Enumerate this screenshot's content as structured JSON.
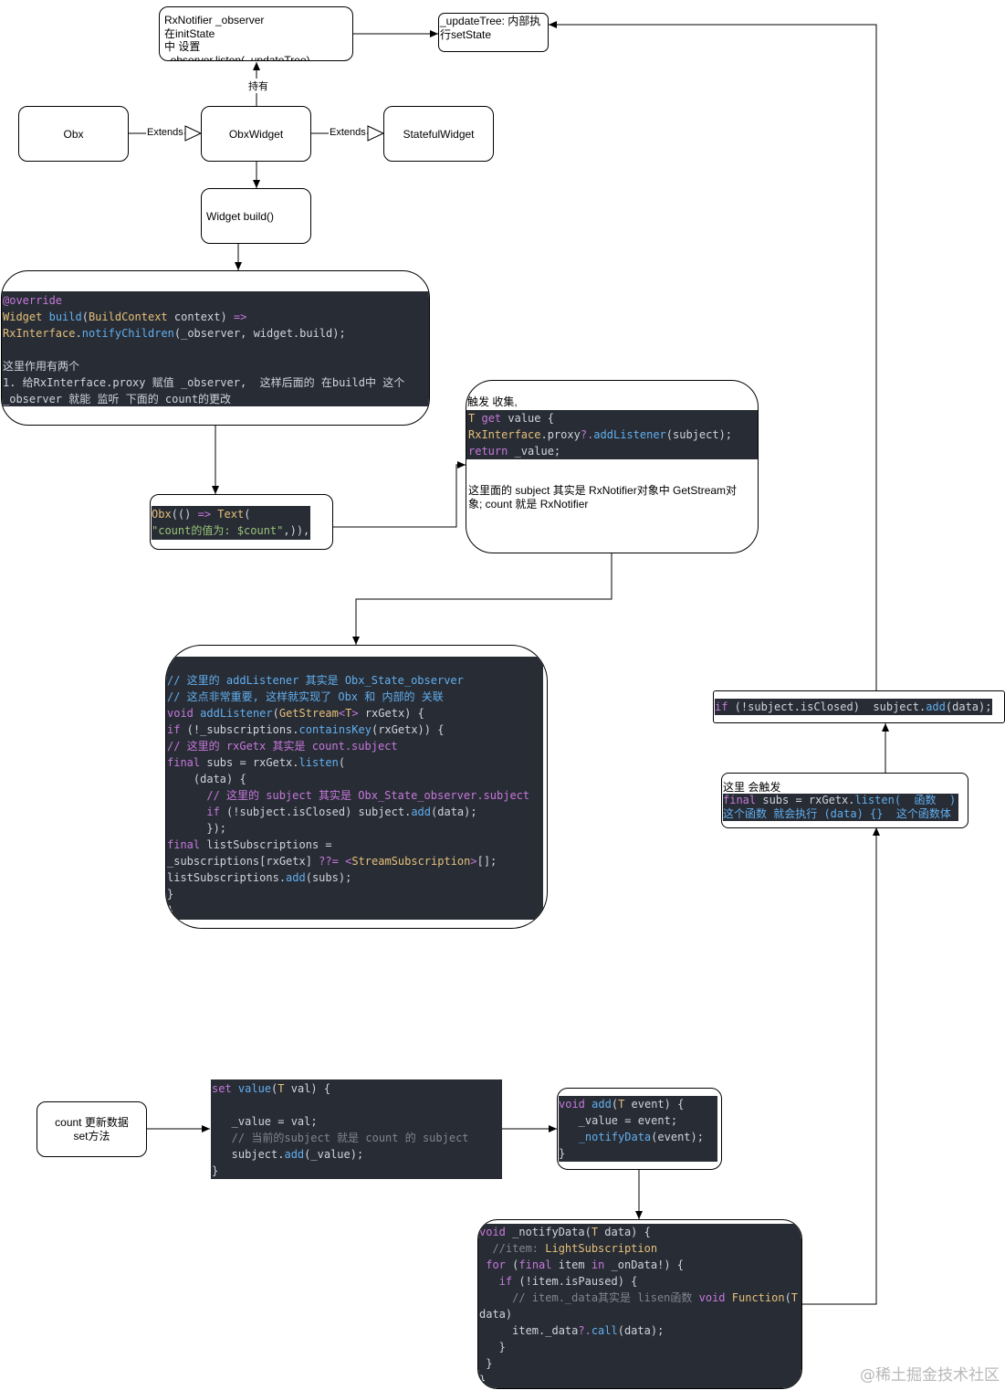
{
  "nodes": {
    "rxnotifier": [
      "RxNotifier  _observer",
      "在initState",
      "中 设置 _observer.listen(_updateTree)"
    ],
    "update_tree": [
      "_updateTree: 内部执",
      "行setState"
    ],
    "obx": "Obx",
    "obx_widget": "ObxWidget",
    "stateful_widget": "StatefulWidget",
    "widget_build": "Widget  build()",
    "trigger_text_1": "触发 收集,",
    "trigger_text_2": [
      "这里面的 subject 其实是 RxNotifier对象中 GetStream对",
      "象;  count 就是 RxNotifier"
    ],
    "count_update": [
      "count 更新数据",
      "set方法"
    ],
    "listen_label": "这里 会触发"
  },
  "edge_labels": {
    "holds": "持有",
    "extends_1": "Extends",
    "extends_2": "Extends"
  },
  "code": {
    "build_override": [
      [
        [
          "@override",
          "cm"
        ]
      ],
      [
        [
          "Widget",
          "cy"
        ],
        [
          " ",
          "cw"
        ],
        [
          "build",
          "cb"
        ],
        [
          "(",
          "cw"
        ],
        [
          "BuildContext",
          "cy"
        ],
        [
          " context) ",
          "cw"
        ],
        [
          "=>",
          "cm"
        ]
      ],
      [
        [
          "RxInterface",
          "cy"
        ],
        [
          ".",
          "cw"
        ],
        [
          "notifyChildren",
          "cb"
        ],
        [
          "(_observer, widget.build);",
          "cw"
        ]
      ],
      [
        [
          "",
          "cw"
        ]
      ],
      [
        [
          "这里作用有两个",
          "cw"
        ]
      ],
      [
        [
          "1. 给RxInterface.proxy 赋值 _observer,  这样后面的 在build中 这个",
          "cw"
        ]
      ],
      [
        [
          "_observer 就能 监听 下面的 count的更改",
          "cw"
        ]
      ]
    ],
    "obx_text": [
      [
        [
          "Obx",
          "cy"
        ],
        [
          "(() ",
          "cw"
        ],
        [
          "=>",
          "cm"
        ],
        [
          " ",
          "cw"
        ],
        [
          "Text",
          "cy"
        ],
        [
          "(",
          "cw"
        ]
      ],
      [
        [
          "\"count的值为: $count\"",
          "cg"
        ],
        [
          ",)),",
          "cw"
        ]
      ]
    ],
    "get_value": [
      [
        [
          "T",
          "cy"
        ],
        [
          " ",
          "cw"
        ],
        [
          "get",
          "cm"
        ],
        [
          " value {",
          "cw"
        ]
      ],
      [
        [
          "RxInterface",
          "cy"
        ],
        [
          ".proxy",
          "cw"
        ],
        [
          "?.",
          "cm"
        ],
        [
          "addListener",
          "cb"
        ],
        [
          "(subject);",
          "cw"
        ]
      ],
      [
        [
          "return",
          "cm"
        ],
        [
          " _value;",
          "cw"
        ]
      ],
      [
        [
          "}",
          "cw"
        ]
      ]
    ],
    "add_listener": [
      [
        [
          "// 这里的 addListener 其实是 Obx_State_observer",
          "cb"
        ]
      ],
      [
        [
          "// 这点非常重要, 这样就实现了 Obx 和 内部的 关联",
          "cb"
        ]
      ],
      [
        [
          "void",
          "cm"
        ],
        [
          " ",
          "cw"
        ],
        [
          "addListener",
          "cb"
        ],
        [
          "(",
          "cw"
        ],
        [
          "GetStream",
          "cy"
        ],
        [
          "<",
          "cm"
        ],
        [
          "T",
          "cy"
        ],
        [
          ">",
          "cm"
        ],
        [
          " rxGetx) {",
          "cw"
        ]
      ],
      [
        [
          "if",
          "cm"
        ],
        [
          " (!_subscriptions.",
          "cw"
        ],
        [
          "containsKey",
          "cb"
        ],
        [
          "(rxGetx)) {",
          "cw"
        ]
      ],
      [
        [
          "// 这里的 rxGetx 其实是 count.subject",
          "cm"
        ]
      ],
      [
        [
          "final",
          "cm"
        ],
        [
          " subs = rxGetx.",
          "cw"
        ],
        [
          "listen",
          "cb"
        ],
        [
          "(",
          "cw"
        ]
      ],
      [
        [
          "    (data) {",
          "cw"
        ]
      ],
      [
        [
          "      ",
          "cw"
        ],
        [
          "// 这里的 subject 其实是 Obx_State_observer.subject",
          "cm"
        ]
      ],
      [
        [
          "      ",
          "cw"
        ],
        [
          "if",
          "cm"
        ],
        [
          " (!subject.isClosed) subject.",
          "cw"
        ],
        [
          "add",
          "cb"
        ],
        [
          "(data);",
          "cw"
        ]
      ],
      [
        [
          "      });",
          "cw"
        ]
      ],
      [
        [
          "final",
          "cm"
        ],
        [
          " listSubscriptions =",
          "cw"
        ]
      ],
      [
        [
          "_subscriptions[rxGetx] ",
          "cw"
        ],
        [
          "??=",
          "cm"
        ],
        [
          " ",
          "cw"
        ],
        [
          "<",
          "cm"
        ],
        [
          "StreamSubscription",
          "cy"
        ],
        [
          ">",
          "cm"
        ],
        [
          "[];",
          "cw"
        ]
      ],
      [
        [
          "listSubscriptions.",
          "cw"
        ],
        [
          "add",
          "cb"
        ],
        [
          "(subs);",
          "cw"
        ]
      ],
      [
        [
          "}",
          "cw"
        ]
      ],
      [
        [
          "}",
          "cw"
        ]
      ]
    ],
    "subject_add": [
      [
        [
          "if",
          "cm"
        ],
        [
          " (!subject.isClosed)  subject.",
          "cw"
        ],
        [
          "add",
          "cb"
        ],
        [
          "(data);",
          "cw"
        ]
      ]
    ],
    "listen_snippet": [
      [
        [
          "final",
          "cm"
        ],
        [
          " subs = rxGetx.",
          "cw"
        ],
        [
          "listen",
          "cb"
        ],
        [
          "(  函数  )",
          "cb"
        ]
      ],
      [
        [
          "这个函数 就会执行 (data) {}  这个函数体",
          "cb"
        ]
      ]
    ],
    "set_value": [
      [
        [
          "set",
          "cm"
        ],
        [
          " ",
          "cw"
        ],
        [
          "value",
          "cb"
        ],
        [
          "(",
          "cw"
        ],
        [
          "T",
          "cy"
        ],
        [
          " val) {",
          "cw"
        ]
      ],
      [
        [
          "",
          "cw"
        ]
      ],
      [
        [
          "   _value = val;",
          "cw"
        ]
      ],
      [
        [
          "   // 当前的subject 就是 count 的 subject",
          "cc"
        ]
      ],
      [
        [
          "   subject.",
          "cw"
        ],
        [
          "add",
          "cb"
        ],
        [
          "(_value);",
          "cw"
        ]
      ],
      [
        [
          "}",
          "cw"
        ]
      ]
    ],
    "void_add": [
      [
        [
          "void",
          "cm"
        ],
        [
          " ",
          "cw"
        ],
        [
          "add",
          "cb"
        ],
        [
          "(",
          "cw"
        ],
        [
          "T",
          "cy"
        ],
        [
          " event) {",
          "cw"
        ]
      ],
      [
        [
          "   _value = event;",
          "cw"
        ]
      ],
      [
        [
          "   ",
          "cw"
        ],
        [
          "_notifyData",
          "cb"
        ],
        [
          "(event);",
          "cw"
        ]
      ],
      [
        [
          "}",
          "cw"
        ]
      ]
    ],
    "notify_data": [
      [
        [
          "void",
          "cm"
        ],
        [
          " _notifyData(",
          "cw"
        ],
        [
          "T",
          "cy"
        ],
        [
          " data) {",
          "cw"
        ]
      ],
      [
        [
          "  //item: ",
          "cc"
        ],
        [
          "LightSubscription",
          "cy"
        ]
      ],
      [
        [
          " ",
          "cw"
        ],
        [
          "for",
          "cm"
        ],
        [
          " (",
          "cw"
        ],
        [
          "final",
          "cm"
        ],
        [
          " item ",
          "cw"
        ],
        [
          "in",
          "cm"
        ],
        [
          " _onData!) {",
          "cw"
        ]
      ],
      [
        [
          "   ",
          "cw"
        ],
        [
          "if",
          "cm"
        ],
        [
          " (!item.isPaused) {",
          "cw"
        ]
      ],
      [
        [
          "     // item._data其实是 lisen函数 ",
          "cc"
        ],
        [
          "void",
          "cm"
        ],
        [
          " ",
          "cw"
        ],
        [
          "Function",
          "cy"
        ],
        [
          "(",
          "cw"
        ],
        [
          "T",
          "cy"
        ]
      ],
      [
        [
          "data)",
          "cw"
        ]
      ],
      [
        [
          "     item._data",
          "cw"
        ],
        [
          "?.",
          "cm"
        ],
        [
          "call",
          "cb"
        ],
        [
          "(data);",
          "cw"
        ]
      ],
      [
        [
          "   }",
          "cw"
        ]
      ],
      [
        [
          " }",
          "cw"
        ]
      ],
      [
        [
          "}",
          "cw"
        ]
      ]
    ]
  },
  "watermark": "@稀土掘金技术社区"
}
